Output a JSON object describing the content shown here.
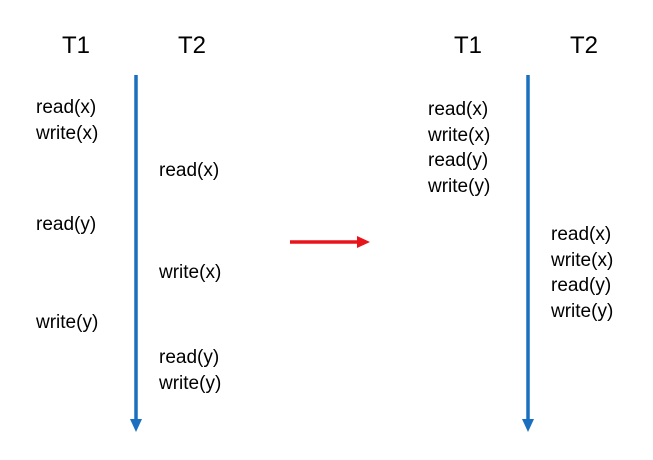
{
  "left_schedule": {
    "headers": [
      "T1",
      "T2"
    ],
    "t1_ops": [
      "read(x)",
      "write(x)",
      "read(y)",
      "write(y)"
    ],
    "t2_ops": [
      "read(x)",
      "write(x)",
      "read(y)",
      "write(y)"
    ]
  },
  "right_schedule": {
    "headers": [
      "T1",
      "T2"
    ],
    "t1_ops": [
      "read(x)",
      "write(x)",
      "read(y)",
      "write(y)"
    ],
    "t2_ops": [
      "read(x)",
      "write(x)",
      "read(y)",
      "write(y)"
    ]
  },
  "colors": {
    "timeline": "#1a6fbf",
    "transform_arrow": "#e8141b",
    "text": "#000000"
  }
}
